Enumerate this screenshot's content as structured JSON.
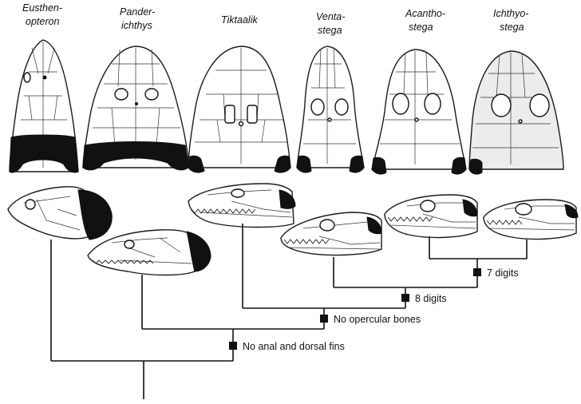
{
  "taxa": [
    {
      "line1": "Eusthen-",
      "line2": "opteron"
    },
    {
      "line1": "Pander-",
      "line2": "ichthys"
    },
    {
      "line1": "Tiktaalik",
      "line2": ""
    },
    {
      "line1": "Venta-",
      "line2": "stega"
    },
    {
      "line1": "Acantho-",
      "line2": "stega"
    },
    {
      "line1": "Ichthyo-",
      "line2": "stega"
    }
  ],
  "characters": [
    {
      "label": "7 digits"
    },
    {
      "label": "8 digits"
    },
    {
      "label": "No opercular bones"
    },
    {
      "label": "No anal and dorsal fins"
    }
  ],
  "colors": {
    "ink": "#111111",
    "paper": "#ffffff",
    "shade": "#ececec"
  }
}
